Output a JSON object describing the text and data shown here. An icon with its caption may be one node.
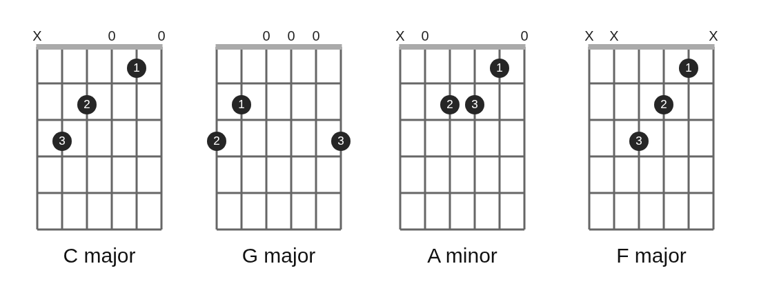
{
  "diagram": {
    "nodes": [
      {
        "text": [
          "C major"
        ]
      },
      {
        "text": [
          "1"
        ],
        "in": 0
      },
      {
        "text": [
          "2"
        ],
        "in": 0
      },
      {
        "text": [
          "3"
        ],
        "in": 0
      },
      {
        "text": [
          "G major"
        ]
      },
      {
        "text": [
          "1"
        ],
        "in": 4
      },
      {
        "text": [
          "2"
        ],
        "in": 4
      },
      {
        "text": [
          "3"
        ],
        "in": 4
      },
      {
        "text": [
          "A minor"
        ]
      },
      {
        "text": [
          "1"
        ],
        "in": 8
      },
      {
        "text": [
          "2"
        ],
        "in": 8
      },
      {
        "text": [
          "3"
        ],
        "in": 8
      },
      {
        "text": [
          "F major"
        ]
      },
      {
        "text": [
          "1"
        ],
        "in": 12
      },
      {
        "text": [
          "2"
        ],
        "in": 12
      },
      {
        "text": [
          "3"
        ],
        "in": 12
      }
    ],
    "labels": [
      "X",
      "0",
      "0",
      "0",
      "0",
      "0",
      "X",
      "0",
      "0",
      "X",
      "X",
      "X"
    ]
  }
}
